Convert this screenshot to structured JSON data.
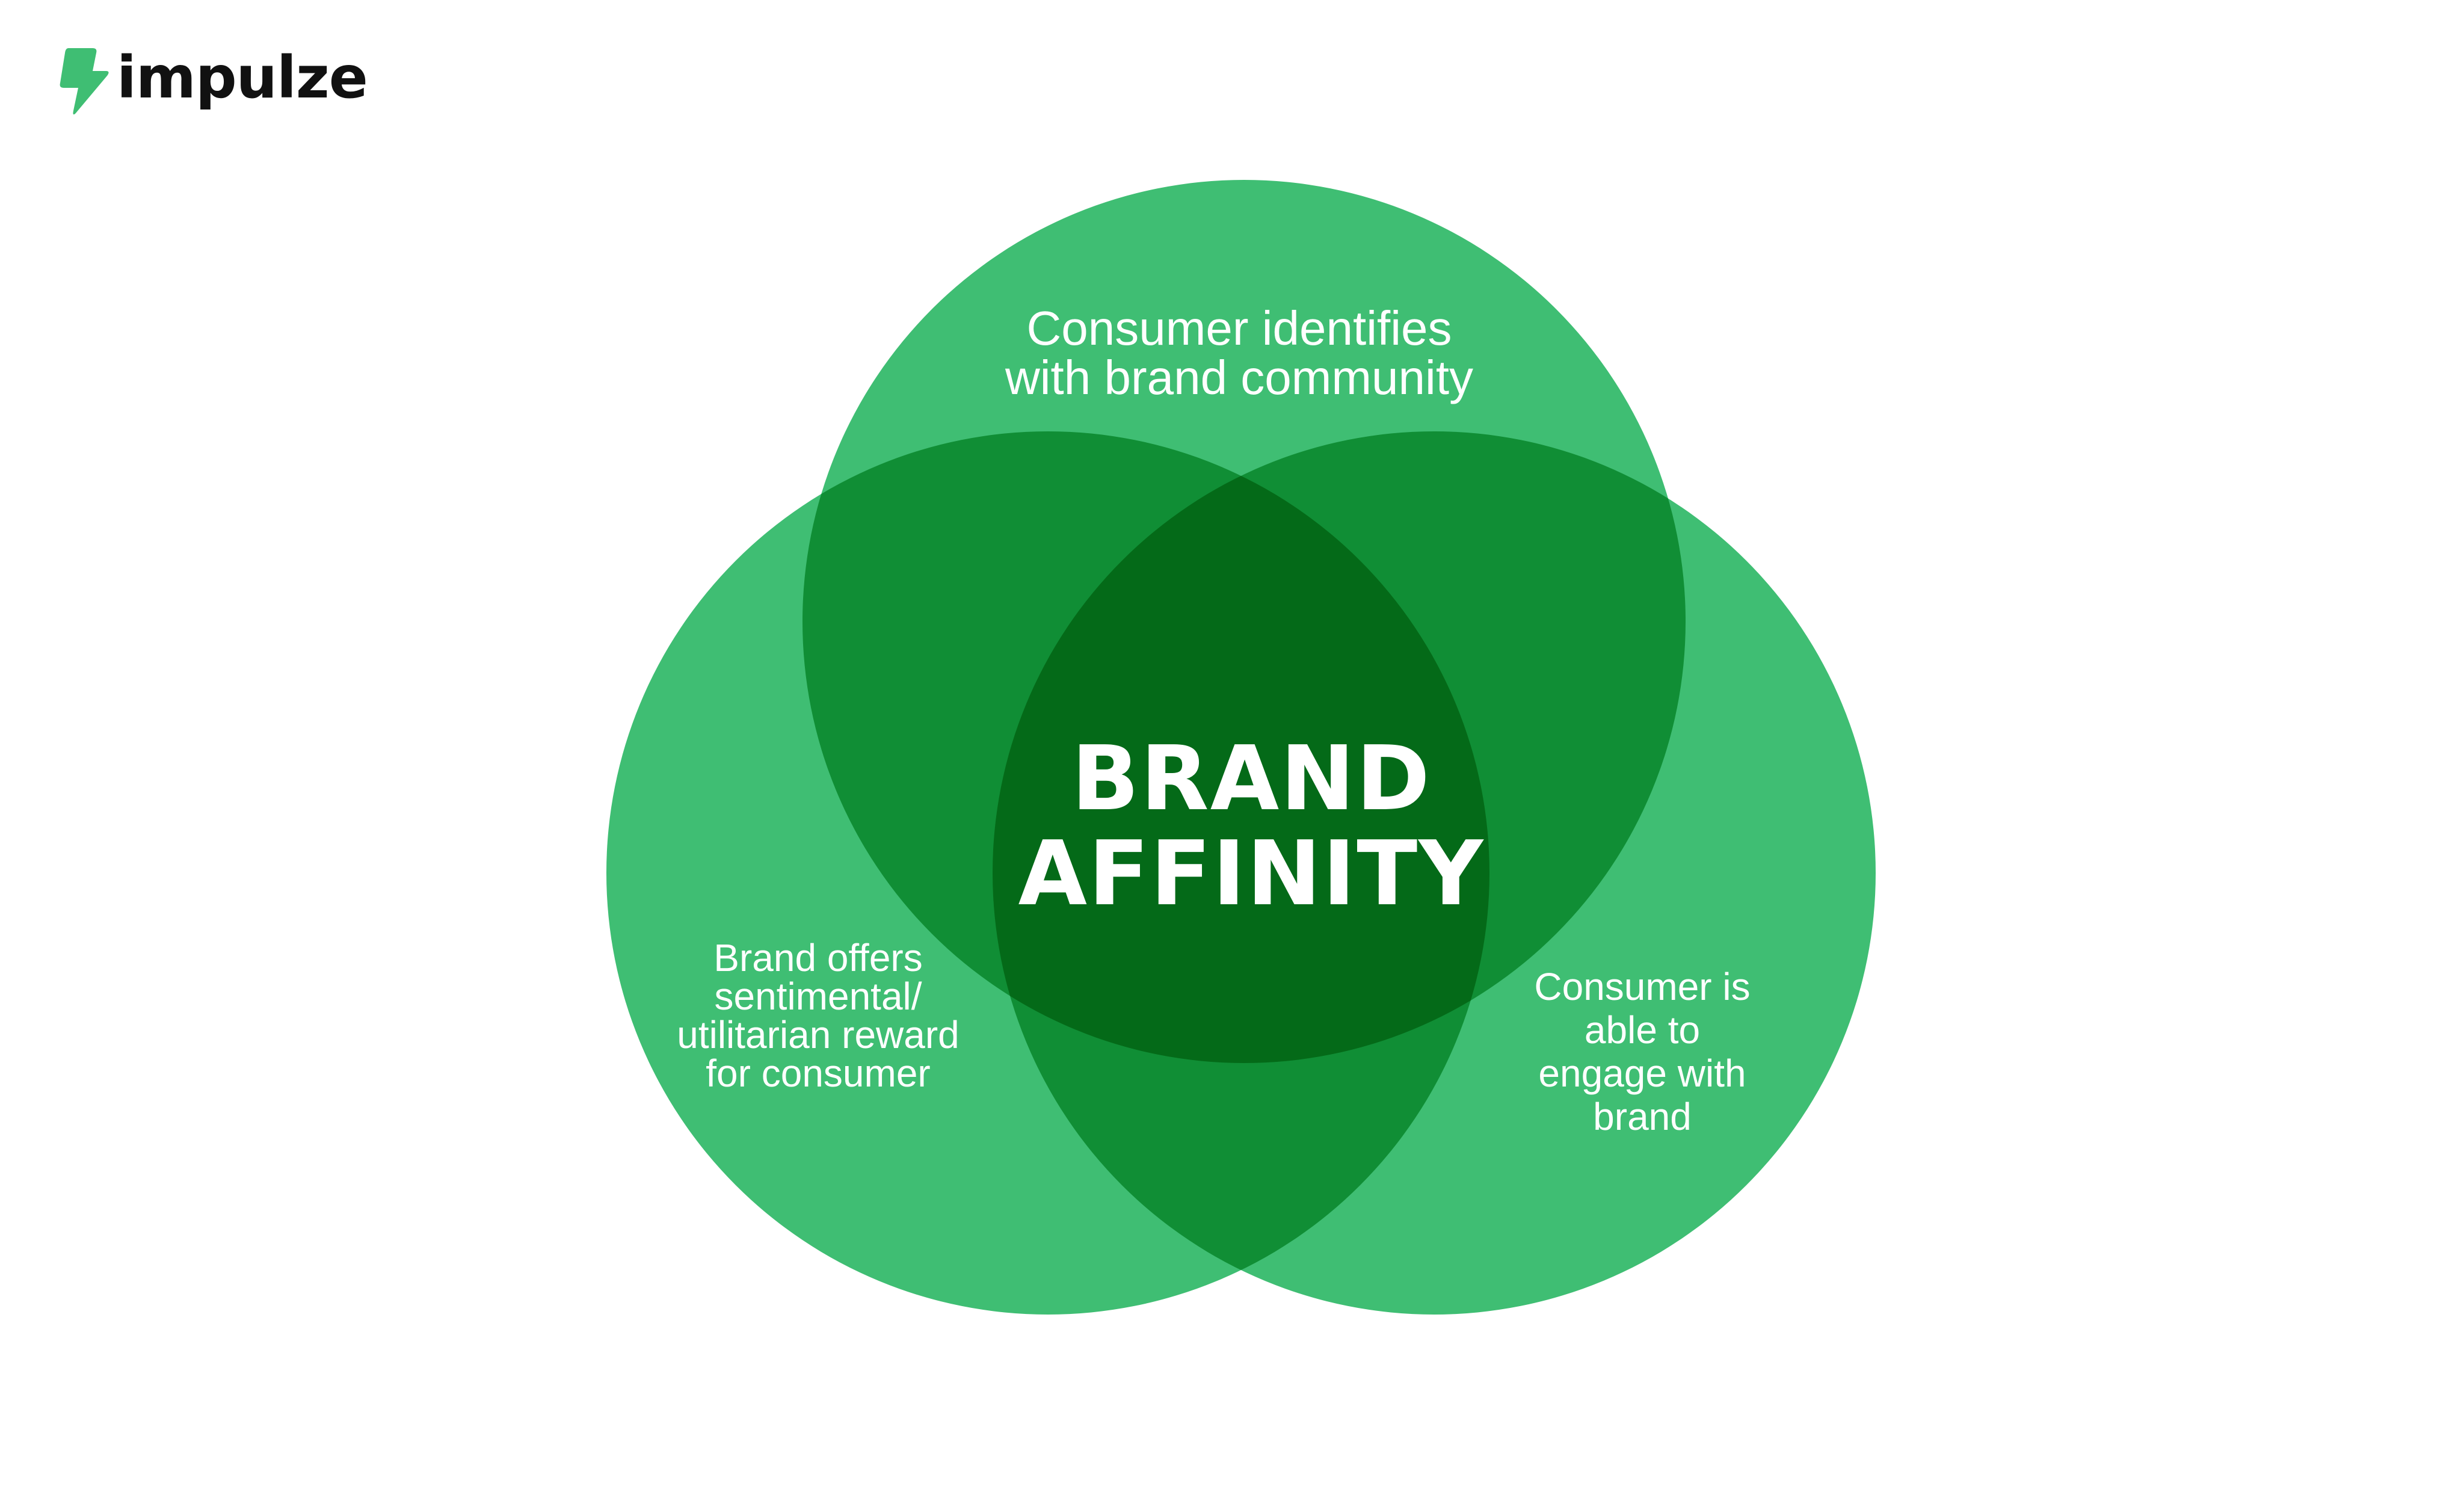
{
  "logo": {
    "wordmark": "impulze",
    "mark_icon": "lightning-bolt-icon",
    "mark_color": "#3FBE73"
  },
  "diagram": {
    "colors": {
      "circle_fill": "#3FBE73",
      "pair_overlap": "#108E35",
      "center_overlap": "#046A18",
      "text": "#FFFFFF"
    },
    "top_circle": {
      "lines": [
        "Consumer identifies",
        "with brand community"
      ]
    },
    "left_circle": {
      "lines": [
        "Brand offers",
        "sentimental/",
        "utilitarian reward",
        "for consumer"
      ]
    },
    "right_circle": {
      "lines": [
        "Consumer is",
        "able to",
        "engage with",
        "brand"
      ]
    },
    "center": {
      "lines": [
        "BRAND",
        "AFFINITY"
      ]
    }
  }
}
